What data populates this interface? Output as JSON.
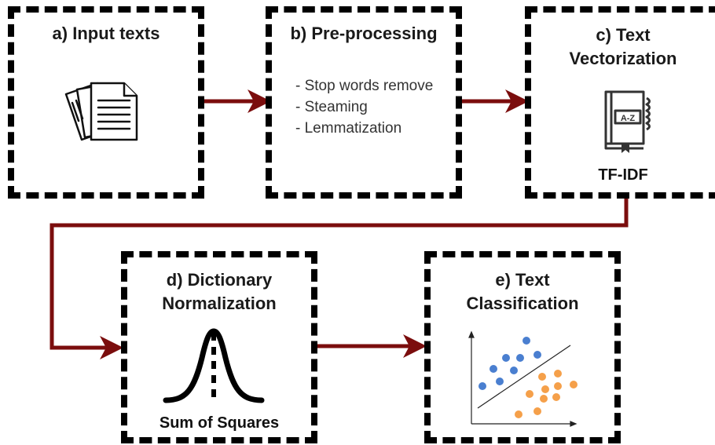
{
  "steps": {
    "input": {
      "title": "a) Input texts",
      "icon": "documents-icon"
    },
    "preprocessing": {
      "title": "b) Pre-processing",
      "items": [
        "Stop words remove",
        "Steaming",
        "Lemmatization"
      ]
    },
    "vectorization": {
      "title_line1": "c) Text",
      "title_line2": "Vectorization",
      "icon": "dictionary-book-icon",
      "icon_text": "A-Z",
      "caption": "TF-IDF"
    },
    "normalization": {
      "title_line1": "d) Dictionary",
      "title_line2": "Normalization",
      "icon": "bell-curve-icon",
      "caption": "Sum of Squares"
    },
    "classification": {
      "title_line1": "e) Text",
      "title_line2": "Classification",
      "icon": "scatter-classification-icon"
    }
  },
  "colors": {
    "arrow": "#7b0d0d",
    "border": "#000000",
    "class_a": "#4a7fd0",
    "class_b": "#f5a04a"
  }
}
